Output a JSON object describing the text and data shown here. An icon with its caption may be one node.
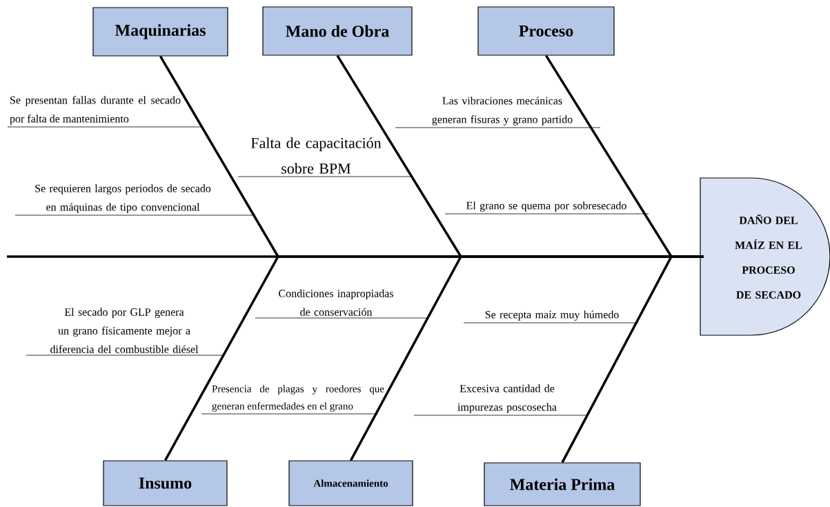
{
  "diagram": {
    "nodes": [
      {
        "text": [
          "Maquinarias"
        ]
      },
      {
        "text": [
          "Mano de Obra"
        ]
      },
      {
        "text": [
          "Proceso"
        ]
      },
      {
        "text": [
          "Insumo"
        ]
      },
      {
        "text": [
          "Almacenamiento"
        ]
      },
      {
        "text": [
          "Materia Prima"
        ]
      },
      {
        "text": [
          "DAÑO DEL MAÍZ EN EL PROCESO DE SECADO"
        ]
      }
    ],
    "edges": [
      {
        "from": 0,
        "to": 6,
        "arrow": "none"
      },
      {
        "from": 1,
        "to": 6,
        "arrow": "none"
      },
      {
        "from": 2,
        "to": 6,
        "arrow": "none"
      },
      {
        "from": 3,
        "to": 6,
        "arrow": "none"
      },
      {
        "from": 4,
        "to": 6,
        "arrow": "none"
      },
      {
        "from": 5,
        "to": 6,
        "arrow": "none"
      }
    ],
    "labels": [
      "Se presentan fallas durante el secado por falta de mantenimiento",
      "Las vibraciones mecánicas generan fisuras y grano partido",
      "Falta de capacitación sobre BPM",
      "Se requieren largos periodos de secado en máquinas de tipo convencional",
      "El grano se quema por sobresecado",
      "El secado por GLP genera un grano físicamente mejor a diferencia del combustible diésel",
      "Condiciones inapropiadas de conservación",
      "Se recepta maíz muy húmedo",
      "Presencia de plagas y roedores que generan enfermedades en el grano",
      "Excesiva cantidad de impurezas poscosecha"
    ]
  }
}
